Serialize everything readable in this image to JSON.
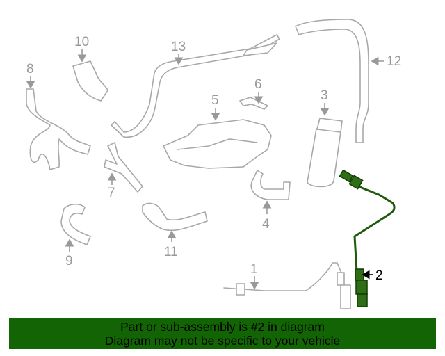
{
  "diagram": {
    "callouts": [
      "1",
      "2",
      "3",
      "4",
      "5",
      "6",
      "7",
      "8",
      "9",
      "10",
      "11",
      "12",
      "13"
    ],
    "highlighted_part": "2",
    "highlight_color": "#1e5a0a",
    "part_color": "#a8a8a8"
  },
  "banner": {
    "line1": "Part or sub-assembly is #2 in diagram",
    "line2": "Diagram may not be specific to your vehicle",
    "background": "#136405"
  }
}
